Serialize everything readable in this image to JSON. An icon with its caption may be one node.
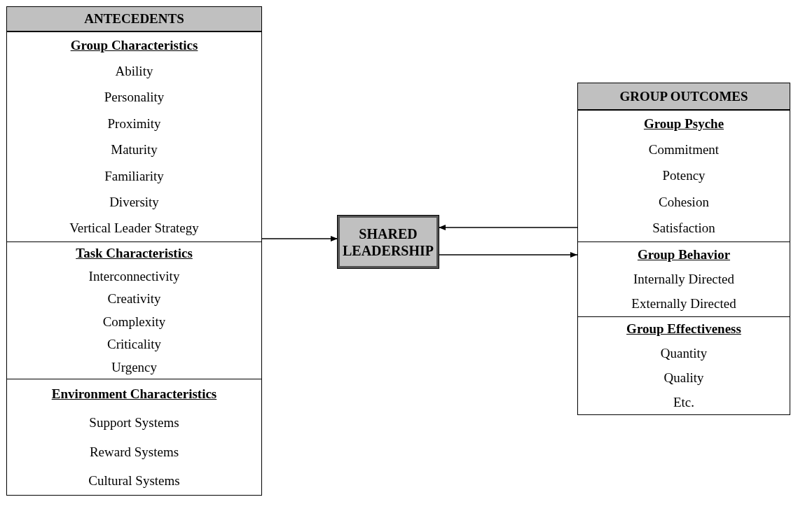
{
  "diagram": {
    "nodes": [
      {
        "text": [
          "ANTECEDENTS"
        ]
      },
      {
        "text": [
          "Group Characteristics",
          "Ability",
          "Personality",
          "Proximity",
          "Maturity",
          "Familiarity",
          "Diversity",
          "Vertical Leader Strategy"
        ],
        "in": 0
      },
      {
        "text": [
          "Task Characteristics",
          "Interconnectivity",
          "Creativity",
          "Complexity",
          "Criticality",
          "Urgency"
        ],
        "in": 0
      },
      {
        "text": [
          "Environment Characteristics",
          "Support Systems",
          "Reward Systems",
          "Cultural Systems"
        ],
        "in": 0
      },
      {
        "text": [
          "SHARED LEADERSHIP"
        ]
      },
      {
        "text": [
          "GROUP OUTCOMES"
        ]
      },
      {
        "text": [
          "Group Psyche",
          "Commitment",
          "Potency",
          "Cohesion",
          "Satisfaction"
        ],
        "in": 5
      },
      {
        "text": [
          "Group Behavior",
          "Internally Directed",
          "Externally Directed"
        ],
        "in": 5
      },
      {
        "text": [
          "Group Effectiveness",
          "Quantity",
          "Quality",
          "Etc."
        ],
        "in": 5
      }
    ],
    "edges": [
      {
        "from": 0,
        "to": 4,
        "arrow": "to"
      },
      {
        "from": 5,
        "to": 4,
        "arrow": "to"
      },
      {
        "from": 4,
        "to": 5,
        "arrow": "to"
      }
    ]
  }
}
